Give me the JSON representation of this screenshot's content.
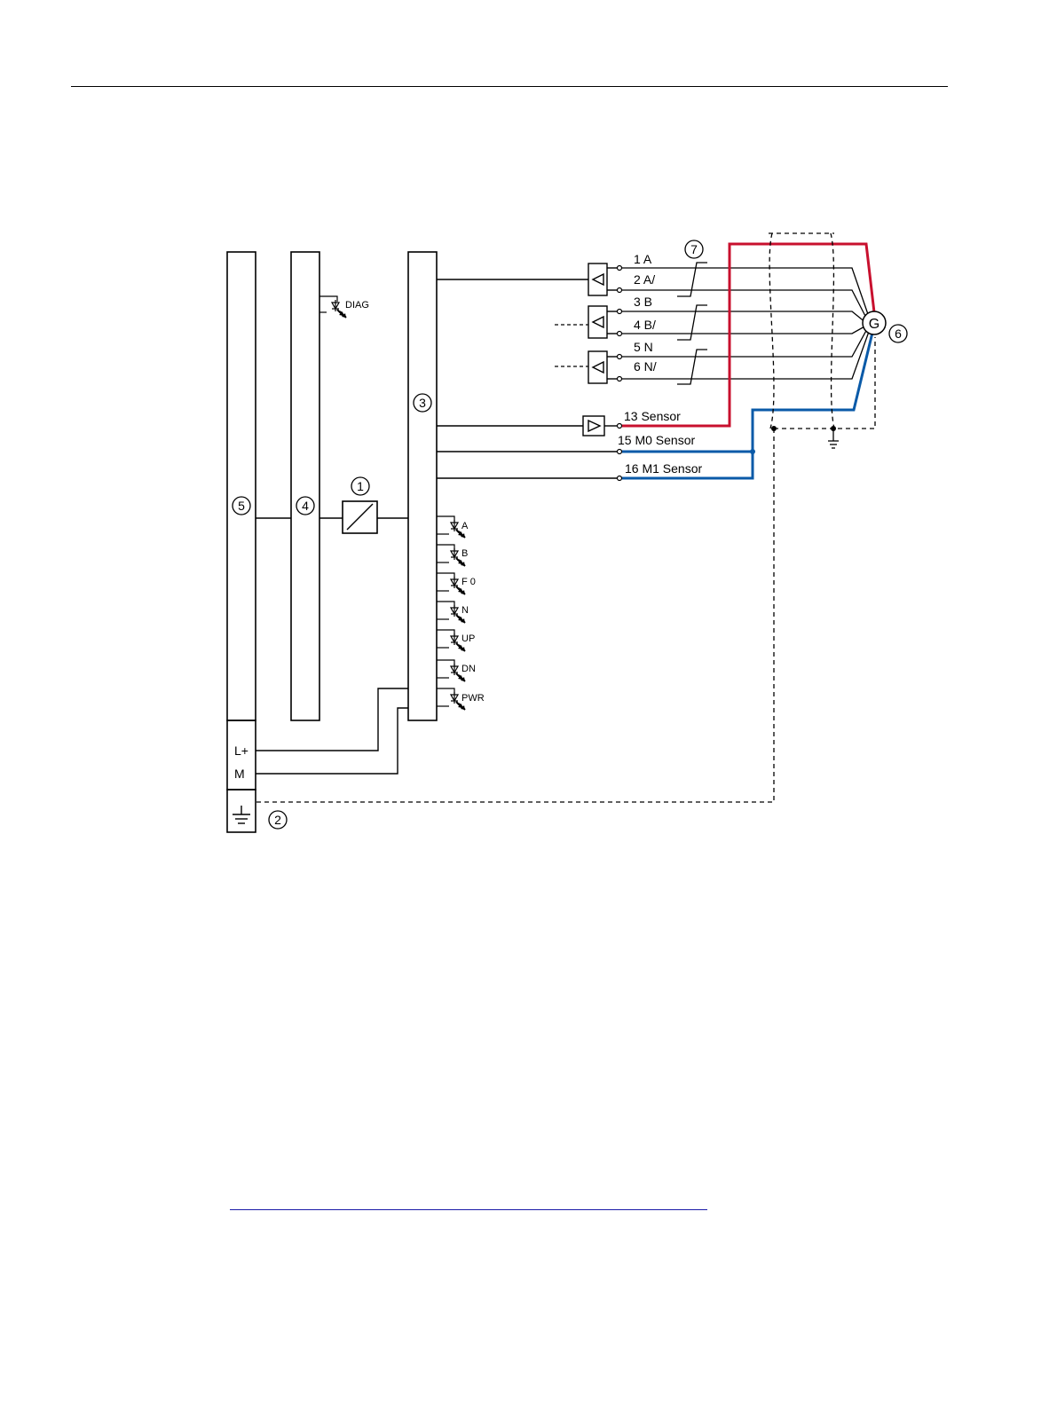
{
  "callouts": {
    "c1": "1",
    "c2": "2",
    "c3": "3",
    "c4": "4",
    "c5": "5",
    "c6": "6",
    "c7": "7"
  },
  "generator": {
    "symbol": "G"
  },
  "supply": {
    "lplus": "L+",
    "m": "M"
  },
  "leds": {
    "diag": "DIAG",
    "a": "A",
    "b": "B",
    "f0": "F 0",
    "n": "N",
    "up": "UP",
    "dn": "DN",
    "pwr": "PWR"
  },
  "terminals": {
    "t1": "1 A",
    "t2": "2 A/",
    "t3": "3 B",
    "t4": "4 B/",
    "t5": "5 N",
    "t6": "6 N/",
    "t13": "13 Sensor",
    "t15": "15 M0 Sensor",
    "t16": "16 M1 Sensor"
  },
  "colors": {
    "sensor_red": "#c8102e",
    "sensor_blue": "#0a5aa8",
    "link_blue": "#1a1aa8"
  }
}
